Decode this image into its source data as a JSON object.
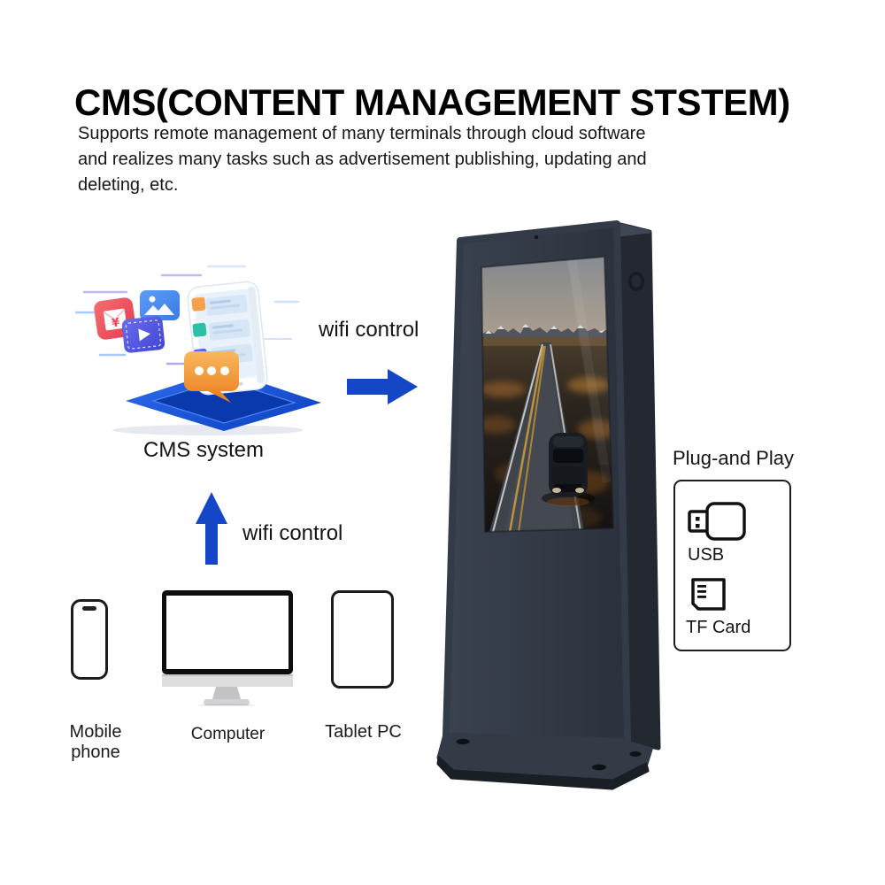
{
  "page": {
    "title": "CMS(CONTENT MANAGEMENT STSTEM)",
    "intro_lines": [
      "Supports remote management of many terminals through cloud software",
      "and realizes many tasks such as advertisement publishing, updating and",
      "deleting, etc."
    ]
  },
  "diagram": {
    "cms_system_label": "CMS system",
    "wifi_control_top": "wifi control",
    "wifi_control_bottom": "wifi control",
    "devices": [
      {
        "icon": "mobile-phone-icon",
        "label": "Mobile phone"
      },
      {
        "icon": "computer-icon",
        "label": "Computer"
      },
      {
        "icon": "tablet-pc-icon",
        "label": "Tablet PC"
      }
    ]
  },
  "plug_and_play": {
    "title": "Plug-and Play",
    "items": [
      {
        "icon": "usb-drive-icon",
        "label": "USB"
      },
      {
        "icon": "tf-card-icon",
        "label": "TF Card"
      }
    ]
  },
  "colors": {
    "arrow_blue": "#1546c6",
    "platform_blue": "#0b3fc0",
    "kiosk_body": "#313845"
  }
}
